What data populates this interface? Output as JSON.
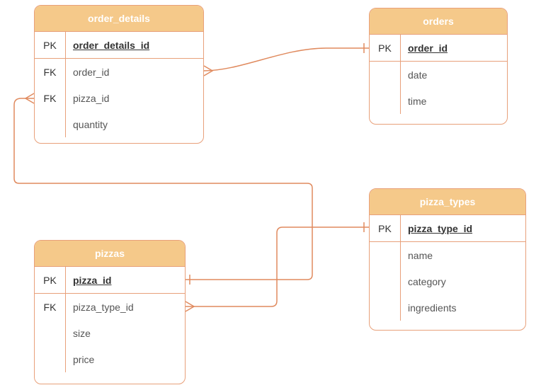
{
  "entities": {
    "order_details": {
      "title": "order_details",
      "rows": [
        {
          "key": "PK",
          "name": "order_details_id"
        },
        {
          "key": "FK",
          "name": "order_id"
        },
        {
          "key": "FK",
          "name": "pizza_id"
        },
        {
          "key": "",
          "name": "quantity"
        }
      ]
    },
    "orders": {
      "title": "orders",
      "rows": [
        {
          "key": "PK",
          "name": "order_id"
        },
        {
          "key": "",
          "name": "date"
        },
        {
          "key": "",
          "name": "time"
        }
      ]
    },
    "pizza_types": {
      "title": "pizza_types",
      "rows": [
        {
          "key": "PK",
          "name": "pizza_type_id"
        },
        {
          "key": "",
          "name": "name"
        },
        {
          "key": "",
          "name": "category"
        },
        {
          "key": "",
          "name": "ingredients"
        }
      ]
    },
    "pizzas": {
      "title": "pizzas",
      "rows": [
        {
          "key": "PK",
          "name": "pizza_id"
        },
        {
          "key": "FK",
          "name": "pizza_type_id"
        },
        {
          "key": "",
          "name": "size"
        },
        {
          "key": "",
          "name": "price"
        }
      ]
    }
  },
  "colors": {
    "header_fill": "#f5c98a",
    "border": "#e8a07a",
    "connector": "#e08a5e"
  }
}
